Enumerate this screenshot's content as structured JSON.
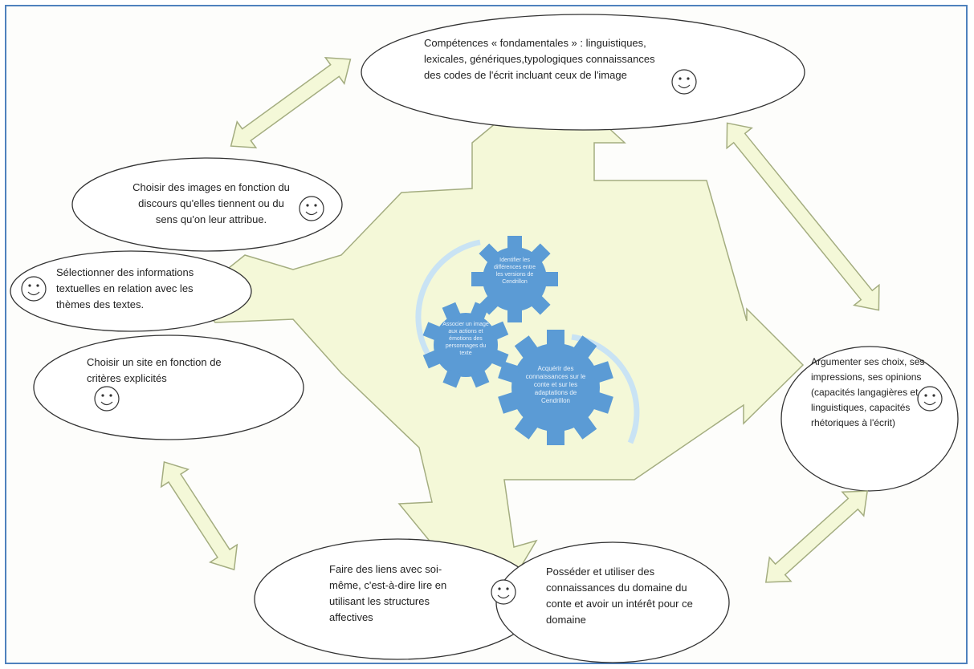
{
  "diagram": {
    "nodes": {
      "top": "Compétences « fondamentales » : linguistiques, lexicales, génériques,typologiques connaissances des codes de l'écrit incluant ceux de l'image",
      "images": "Choisir des images en fonction du discours qu'elles tiennent ou du sens qu'on leur attribue.",
      "select": "Sélectionner des informations textuelles en relation avec les thèmes des textes.",
      "site": "Choisir un site en fonction de critères explicités",
      "argue": "Argumenter ses choix, ses impressions, ses opinions (capacités langagières et linguistiques, capacités rhétoriques à l'écrit)",
      "links": "Faire des liens avec soi-même, c'est-à-dire lire en utilisant les structures affectives",
      "possess": "Posséder et utiliser des connaissances du domaine du conte et avoir un intérêt pour ce domaine"
    },
    "gears": {
      "top": "Identifier les différences entre les versions de Cendrillon",
      "left": "Associer un image aux actions et émotions des personnages du texte",
      "right": "Acquérir des connaissances sur le conte et sur les adaptations de Cendrillon"
    },
    "icons": [
      "smiley-icon",
      "gear-icon",
      "double-arrow-icon",
      "cycle-arrow-icon"
    ],
    "colors": {
      "arrow_fill": "#f4f8d8",
      "arrow_stroke": "#a4ad80",
      "gear_fill": "#5b9bd5",
      "cycle_arrow": "#c9e3f4",
      "frame": "#4f81bd",
      "ellipse_stroke": "#333333"
    }
  }
}
